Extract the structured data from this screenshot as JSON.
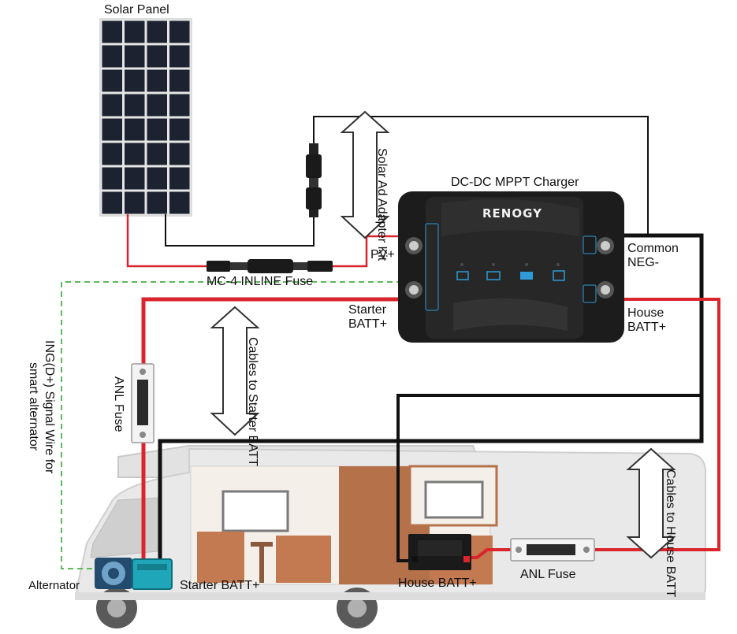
{
  "labels": {
    "solar_panel": "Solar Panel",
    "charger_title": "DC-DC MPPT Charger",
    "brand": "RENOGY",
    "solar_adapter": "Solar Ad Adapter Kit",
    "mc4_fuse": "MC-4 INLINE Fuse",
    "pv_plus": "PV+",
    "common_neg_line1": "Common",
    "common_neg_line2": "NEG-",
    "starter_batt_line1": "Starter",
    "starter_batt_line2": "BATT+",
    "house_batt_line1": "House",
    "house_batt_line2": "BATT+",
    "cables_starter": "Cables to Starter BATT",
    "cables_house": "Cables to House BATT",
    "anl_fuse_left": "ANL Fuse",
    "anl_fuse_right": "ANL Fuse",
    "ign_signal_line1": "ING(D+) Signal Wire for",
    "ign_signal_line2": "smart alternator",
    "alternator": "Alternator",
    "starter_batt_bottom": "Starter BATT+",
    "house_batt_bottom": "House BATT+"
  },
  "colors": {
    "positive_wire": "#d9252b",
    "negative_wire": "#111111",
    "signal_wire": "#5cb85c",
    "charger_body": "#1c1c1c",
    "charger_accent": "#2e9bd6",
    "panel_cell": "#1a1f2b",
    "rv_body": "#e8e8e8",
    "rv_interior": "#b9734a",
    "starter_battery": "#1fa6b8"
  },
  "icons": [
    "solar-panel-icon",
    "charger-icon",
    "fuse-icon",
    "battery-icon",
    "alternator-icon",
    "rv-icon",
    "double-arrow-icon"
  ]
}
